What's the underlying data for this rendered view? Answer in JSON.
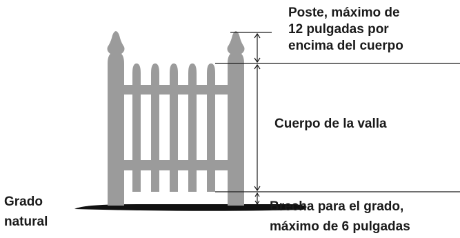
{
  "labels": {
    "post": [
      "Poste, máximo de",
      "12 pulgadas por",
      "encima del cuerpo"
    ],
    "body": "Cuerpo de la valla",
    "natural_grade": [
      "Grado",
      "natural"
    ],
    "gap": [
      "Brecha para el grado,",
      "máximo de 6 pulgadas"
    ]
  },
  "colors": {
    "fence": "#9b9b9b",
    "ground": "#111111",
    "lines": "#1a1a1a",
    "text": "#1a1a1a"
  }
}
